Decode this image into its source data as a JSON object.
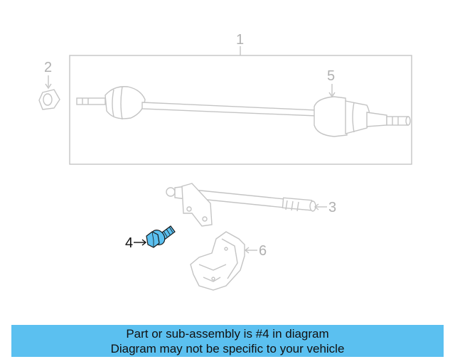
{
  "callouts": {
    "c1": "1",
    "c2": "2",
    "c3": "3",
    "c4": "4",
    "c5": "5",
    "c6": "6"
  },
  "highlight_part": "4",
  "colors": {
    "highlight": "#5bc0f0",
    "ghost_parts": "#c4c4c4",
    "banner": "#5bc0f0"
  },
  "banner": {
    "line1": "Part or sub-assembly is #4 in diagram",
    "line2": "Diagram may not be specific to your vehicle"
  }
}
